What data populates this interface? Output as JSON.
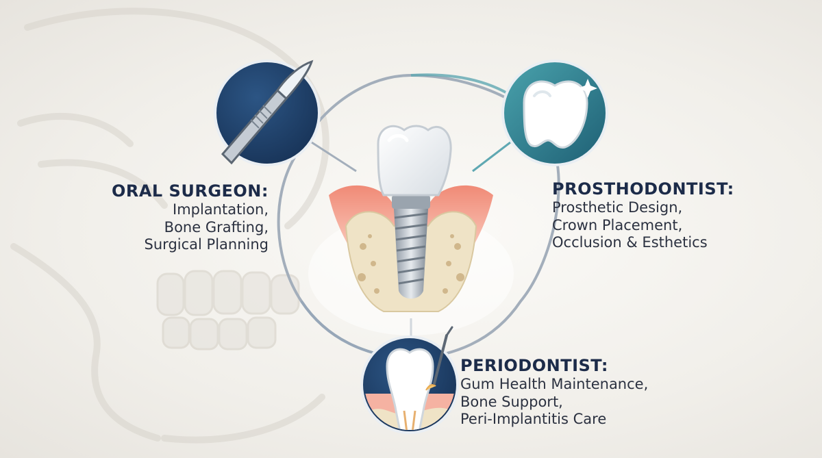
{
  "roles": {
    "oral_surgeon": {
      "title": "ORAL SURGEON:",
      "lines": [
        "Implantation,",
        "Bone Grafting,",
        "Surgical Planning"
      ],
      "icon": "scalpel-icon"
    },
    "prosthodontist": {
      "title": "PROSTHODONTIST:",
      "lines": [
        "Prosthetic Design,",
        "Crown Placement,",
        "Occlusion & Esthetics"
      ],
      "icon": "tooth-crown-icon"
    },
    "periodontist": {
      "title": "PERIODONTIST:",
      "lines": [
        "Gum Health Maintenance,",
        "Bone Support,",
        "Peri-Implantitis Care"
      ],
      "icon": "tooth-gum-probe-icon"
    }
  },
  "center_illustration": "dental-implant-in-bone-icon",
  "colors": {
    "navy": "#1f3d66",
    "teal": "#2f7f8f",
    "ring": "#a8b3bf",
    "gum": "#f3a89a",
    "bone": "#efe3c6",
    "text_dark": "#1c2b49"
  }
}
